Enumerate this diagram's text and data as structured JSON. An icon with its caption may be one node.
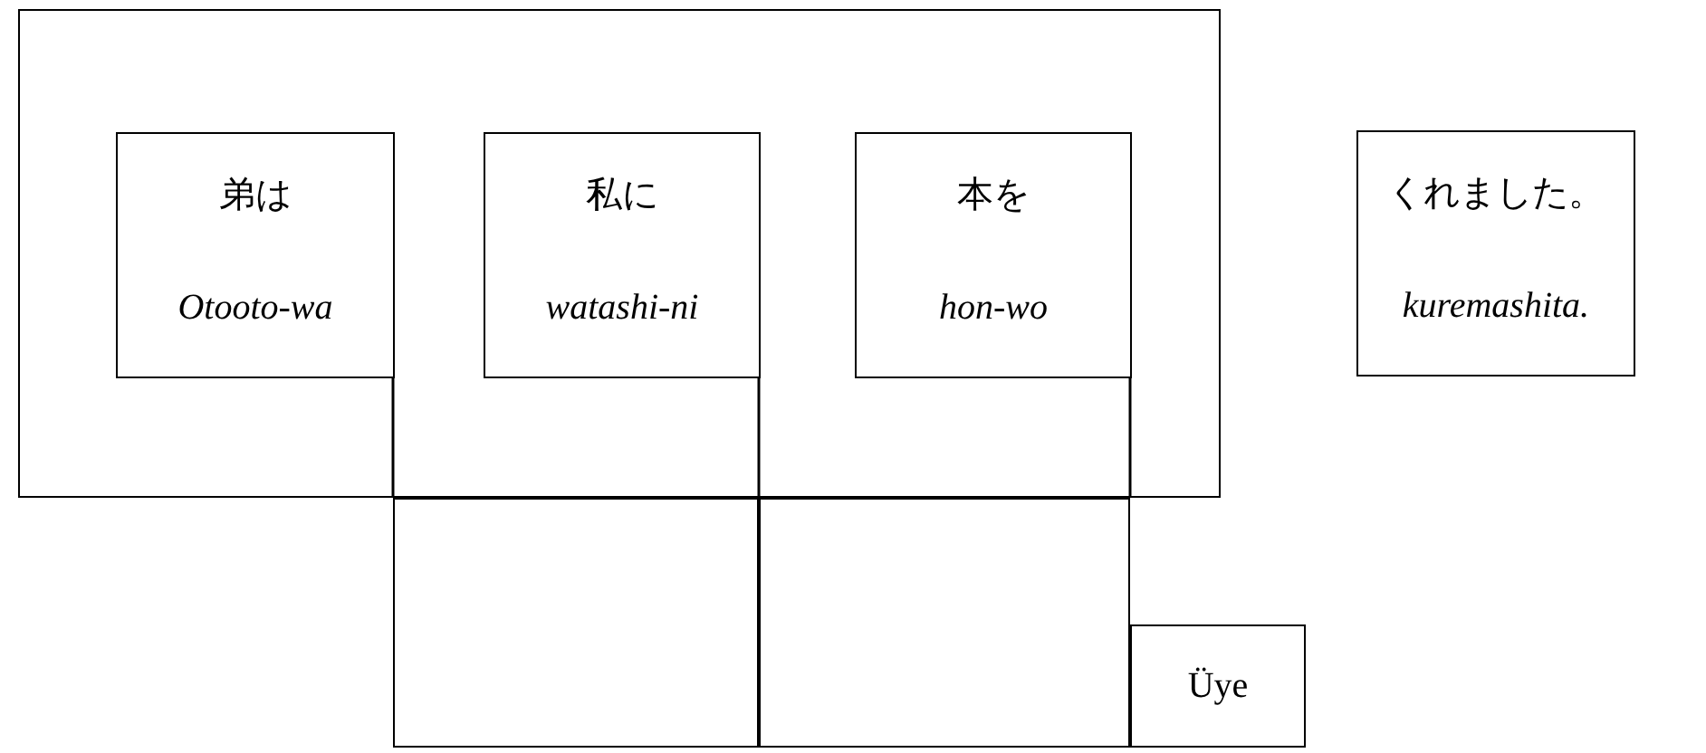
{
  "diagram": {
    "nodes": [
      {
        "text": [],
        "shape": "box"
      },
      {
        "text": [
          "弟は",
          "Otooto-wa"
        ],
        "in": 0
      },
      {
        "text": [
          "私に",
          "watashi-ni"
        ],
        "in": 0
      },
      {
        "text": [
          "本を",
          "hon-wo"
        ],
        "in": 0
      },
      {
        "text": [
          "くれました。",
          "kuremashita."
        ]
      },
      {
        "text": [],
        "shape": "box"
      },
      {
        "text": [],
        "shape": "box"
      },
      {
        "text": [
          "Üye"
        ]
      }
    ],
    "edges": []
  }
}
